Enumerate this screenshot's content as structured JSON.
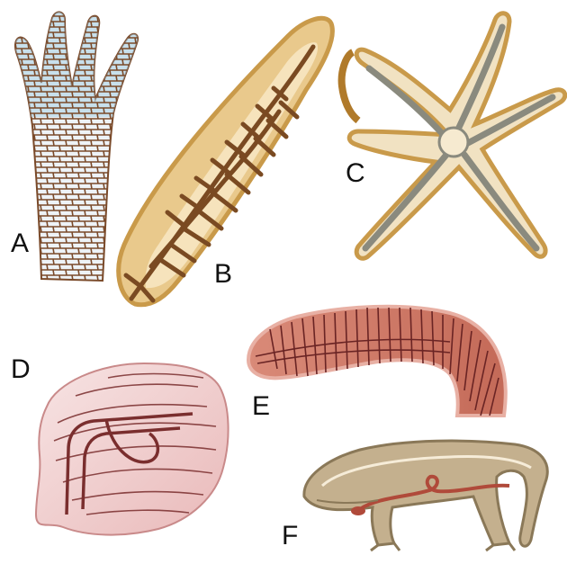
{
  "labels": {
    "a": "A",
    "b": "B",
    "c": "C",
    "d": "D",
    "e": "E",
    "f": "F"
  },
  "colors": {
    "sponge_cells": "#7a4a2a",
    "sponge_blue": "#a9cfe4",
    "flatworm_body": "#e9c98c",
    "flatworm_rim": "#c99a4a",
    "flatworm_gut": "#7a4a22",
    "starfish_body": "#f1e2c2",
    "starfish_canal": "#8a8a7e",
    "starfish_rim": "#c99a4a",
    "pink_body": "#f3dada",
    "pink_edge": "#c98a8a",
    "vessel": "#7a2e2e",
    "vertebrate_body": "#c4b08e",
    "vertebrate_dark": "#8a7858",
    "vertebrate_red": "#b04a3a"
  }
}
